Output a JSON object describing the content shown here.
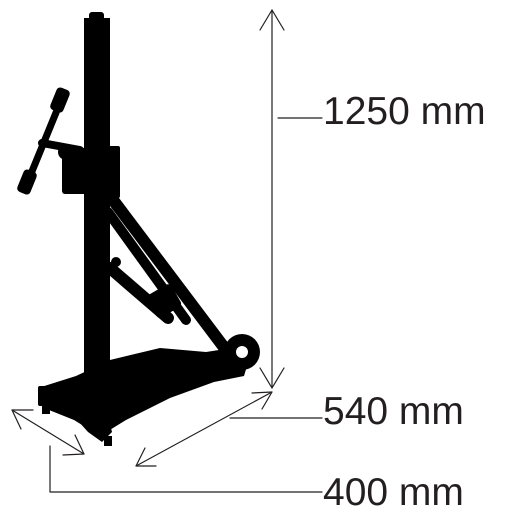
{
  "dimensions": {
    "height": "1250 mm",
    "depth": "540 mm",
    "width": "400 mm"
  },
  "colors": {
    "silhouette": "#000000",
    "dimension_lines": "#231f20",
    "background": "#ffffff"
  },
  "subject": "drill-stand-silhouette"
}
